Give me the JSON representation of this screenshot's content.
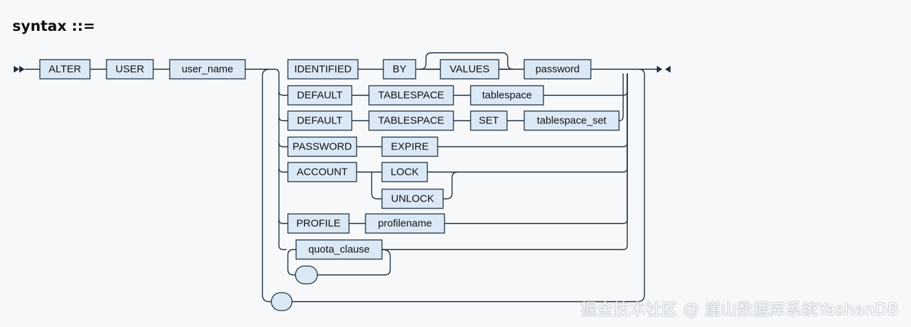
{
  "title": "syntax ::=",
  "watermark": "掘金技术社区 @ 崖山数据库系统YashanDB",
  "nodes": {
    "alter": "ALTER",
    "user": "USER",
    "user_name": "user_name",
    "identified": "IDENTIFIED",
    "by": "BY",
    "values": "VALUES",
    "password": "password",
    "default_1": "DEFAULT",
    "tablespace_1": "TABLESPACE",
    "tablespace_value": "tablespace",
    "default_2": "DEFAULT",
    "tablespace_2": "TABLESPACE",
    "set": "SET",
    "tablespace_set": "tablespace_set",
    "password_kw": "PASSWORD",
    "expire": "EXPIRE",
    "account": "ACCOUNT",
    "lock": "LOCK",
    "unlock": "UNLOCK",
    "profile": "PROFILE",
    "profilename": "profilename",
    "quota_clause": "quota_clause"
  }
}
